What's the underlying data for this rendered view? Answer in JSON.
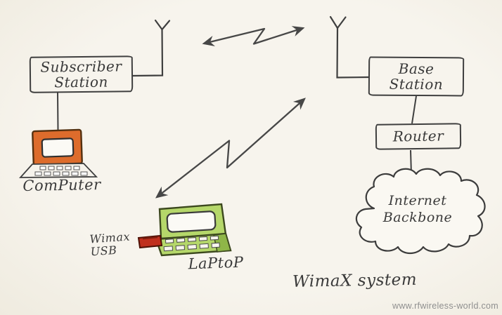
{
  "page": {
    "paper_color": "#f6f3ec",
    "ink_color": "#3d3d3d",
    "title": "WimaX system",
    "watermark": "www.rfwireless-world.com"
  },
  "nodes": {
    "subscriber_station": {
      "line1": "Subscriber",
      "line2": "Station"
    },
    "base_station": {
      "line1": "Base",
      "line2": "Station"
    },
    "router": {
      "label": "Router"
    },
    "internet_backbone": {
      "line1": "Internet",
      "line2": "Backbone"
    },
    "computer": {
      "label": "ComPuter",
      "monitor_color": "#dd6c2c"
    },
    "laptop": {
      "label": "LaPtoP",
      "body_color": "#b5d76a"
    },
    "wimax_usb": {
      "line1": "Wimax",
      "line2": "USB",
      "dongle_color": "#c0301e"
    }
  },
  "links": {
    "wireless_ss_bs": "zigzag double arrow between subscriber antenna and base antenna",
    "wireless_laptop_bs": "zigzag double arrow between laptop and base antenna",
    "ss_to_computer": "line",
    "bs_to_router": "line",
    "router_to_cloud": "line"
  }
}
